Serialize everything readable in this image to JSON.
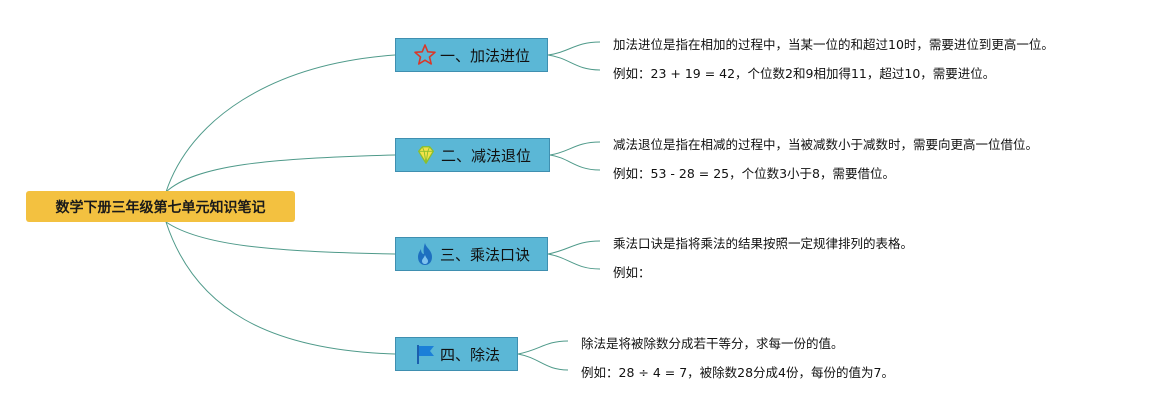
{
  "root": {
    "title": "数学下册三年级第七单元知识笔记"
  },
  "branches": [
    {
      "icon": "star-icon",
      "label": "一、加法进位",
      "notes": [
        "加法进位是指在相加的过程中，当某一位的和超过10时，需要进位到更高一位。",
        "例如：23 + 19 = 42，个位数2和9相加得11，超过10，需要进位。"
      ]
    },
    {
      "icon": "diamond-icon",
      "label": "二、减法退位",
      "notes": [
        "减法退位是指在相减的过程中，当被减数小于减数时，需要向更高一位借位。",
        "例如：53 - 28 = 25，个位数3小于8，需要借位。"
      ]
    },
    {
      "icon": "flame-icon",
      "label": "三、乘法口诀",
      "notes": [
        "乘法口诀是指将乘法的结果按照一定规律排列的表格。",
        "例如："
      ]
    },
    {
      "icon": "flag-icon",
      "label": "四、除法",
      "notes": [
        "除法是将被除数分成若干等分，求每一份的值。",
        "例如：28 ÷ 4 = 7，被除数28分成4份，每份的值为7。"
      ]
    }
  ],
  "colors": {
    "root_fill": "#f3c140",
    "branch_fill": "#5bb7d6",
    "connector": "#4f9a8a"
  }
}
